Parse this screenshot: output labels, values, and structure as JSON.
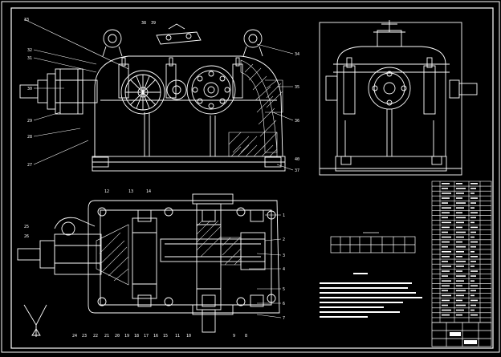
{
  "colors": {
    "background": "#000000",
    "line": "#ffffff",
    "hatch": "#cfcfcf"
  },
  "drawing": {
    "top_view": {
      "part_numbers_left": [
        "33",
        "32",
        "31",
        "30",
        "29",
        "28",
        "27"
      ],
      "part_numbers_right": [
        "34",
        "35",
        "36",
        "37",
        "38",
        "39",
        "40"
      ]
    },
    "plan_view": {
      "part_numbers_top": [
        "12",
        "13",
        "14"
      ],
      "part_numbers_left": [
        "25",
        "26"
      ],
      "part_numbers_right": [
        "1",
        "2",
        "3",
        "4",
        "5",
        "6",
        "7"
      ],
      "part_numbers_bottom": [
        "24",
        "23",
        "22",
        "21",
        "20",
        "19",
        "18",
        "17",
        "16",
        "15",
        "11",
        "10",
        "9",
        "8"
      ]
    },
    "parameter_table": {
      "title": "",
      "cells": []
    },
    "tech_notes": {
      "title": "",
      "lines": []
    },
    "parts_list": {
      "rows": []
    },
    "title_block": {
      "cells": []
    }
  }
}
